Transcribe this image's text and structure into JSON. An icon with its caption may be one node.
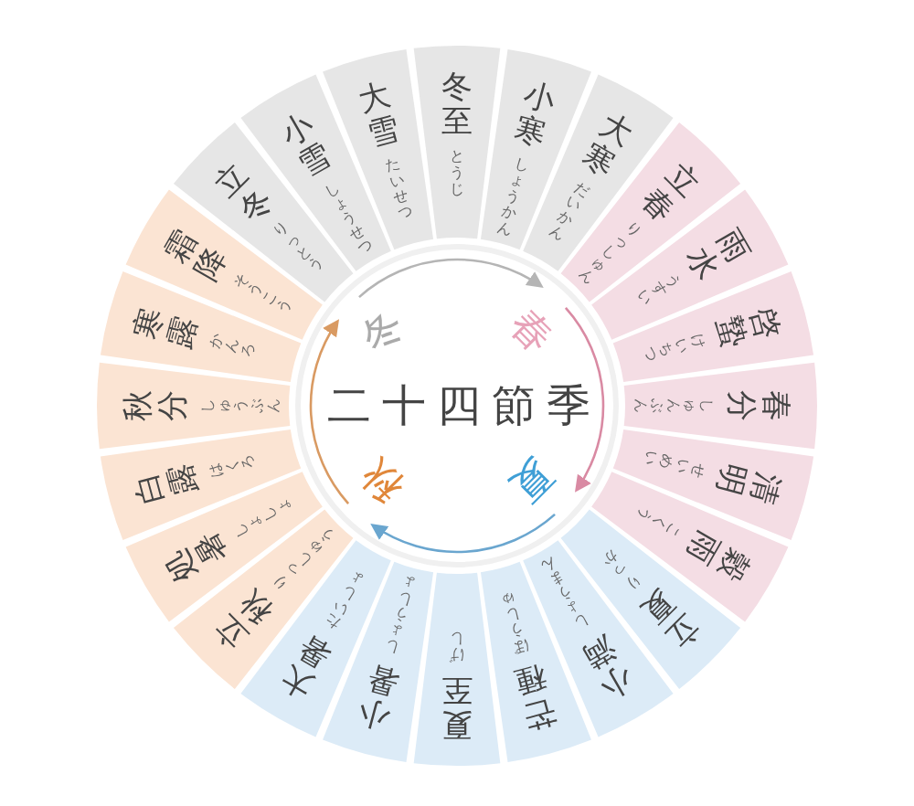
{
  "diagram": {
    "title": "二十四節季",
    "nodes": [
      {
        "text": [
          "冬至",
          "とうじ"
        ]
      },
      {
        "text": [
          "小寒",
          "しょうかん"
        ]
      },
      {
        "text": [
          "大寒",
          "だいかん"
        ]
      },
      {
        "text": [
          "立春",
          "りっしゅん"
        ]
      },
      {
        "text": [
          "雨水",
          "うすい"
        ]
      },
      {
        "text": [
          "啓蟄",
          "けいちつ"
        ]
      },
      {
        "text": [
          "春分",
          "しゅんぶん"
        ]
      },
      {
        "text": [
          "清明",
          "せいめい"
        ]
      },
      {
        "text": [
          "穀雨",
          "こくう"
        ]
      },
      {
        "text": [
          "立夏",
          "りっか"
        ]
      },
      {
        "text": [
          "小満",
          "しょうまん"
        ]
      },
      {
        "text": [
          "芒種",
          "ぼうしゅ"
        ]
      },
      {
        "text": [
          "夏至",
          "げし"
        ]
      },
      {
        "text": [
          "小暑",
          "しょうしょ"
        ]
      },
      {
        "text": [
          "大暑",
          "たいしょ"
        ]
      },
      {
        "text": [
          "立秋",
          "りっしゅう"
        ]
      },
      {
        "text": [
          "処暑",
          "しょしょ"
        ]
      },
      {
        "text": [
          "白露",
          "はくろ"
        ]
      },
      {
        "text": [
          "秋分",
          "しゅうぶん"
        ]
      },
      {
        "text": [
          "寒露",
          "かんろ"
        ]
      },
      {
        "text": [
          "霜降",
          "そうこう"
        ]
      },
      {
        "text": [
          "立冬",
          "りっとう"
        ]
      },
      {
        "text": [
          "小雪",
          "しょうせつ"
        ]
      },
      {
        "text": [
          "大雪",
          "たいせつ"
        ]
      },
      {
        "text": [
          "冬"
        ]
      },
      {
        "text": [
          "春"
        ]
      },
      {
        "text": [
          "夏"
        ]
      },
      {
        "text": [
          "秋"
        ]
      }
    ],
    "edges": [
      {
        "from": 24,
        "to": 25,
        "arrow": "to",
        "color": "#b5b5b5"
      },
      {
        "from": 25,
        "to": 26,
        "arrow": "to",
        "color": "#d98aa3"
      },
      {
        "from": 26,
        "to": 27,
        "arrow": "to",
        "color": "#6aa6cf"
      },
      {
        "from": 27,
        "to": 24,
        "arrow": "to",
        "color": "#d99a62"
      }
    ]
  }
}
